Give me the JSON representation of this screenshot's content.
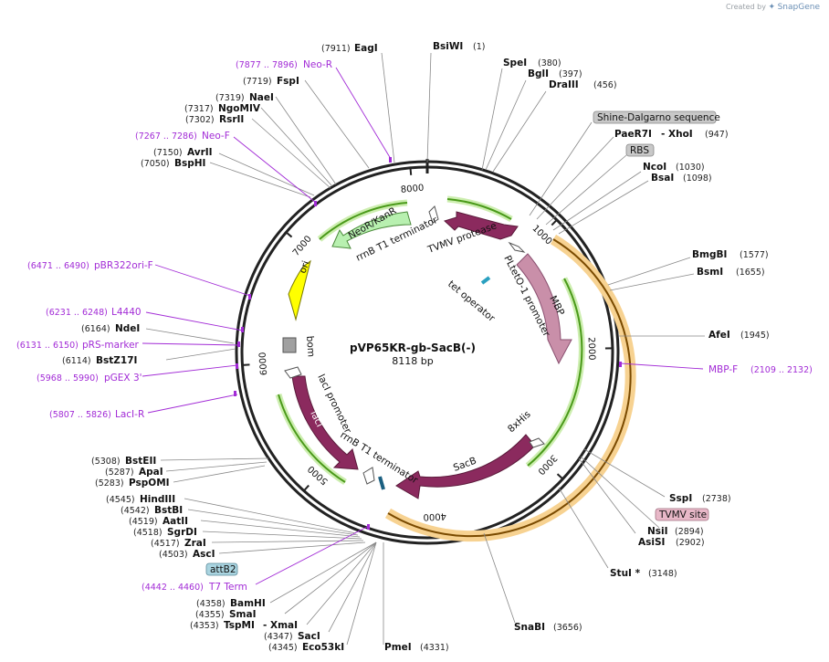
{
  "credit": {
    "text": "Created by",
    "brand": "SnapGene"
  },
  "plasmid": {
    "name": "pVP65KR-gb-SacB(-)",
    "size": "8118 bp",
    "length": 8118
  },
  "ticks": [
    "1000",
    "2000",
    "3000",
    "4000",
    "5000",
    "6000",
    "7000",
    "8000"
  ],
  "colors": {
    "primer": "#a22bd6",
    "backbone": "#222222",
    "feature_purple": "#8b2a5e",
    "feature_pink": "#c98fa9",
    "feature_green": "#b8f0b0",
    "feature_yellow": "#ffff00",
    "orange_glow": "#f2b045",
    "green_glow": "#7cc850",
    "gray_label": "#c8c8c8",
    "blue_label": "#a9d4e0"
  },
  "sites": [
    {
      "name": "EagI",
      "pos": "(7911)"
    },
    {
      "name": "BsiWI",
      "pos": "(1)"
    },
    {
      "name": "SpeI",
      "pos": "(380)"
    },
    {
      "name": "BglI",
      "pos": "(397)"
    },
    {
      "name": "DraIII",
      "pos": "(456)"
    },
    {
      "name": "PaeR7I",
      "pos": "",
      "suffix": "- XhoI",
      "suffix_pos": "(947)"
    },
    {
      "name": "NcoI",
      "pos": "(1030)"
    },
    {
      "name": "BsaI",
      "pos": "(1098)"
    },
    {
      "name": "BmgBI",
      "pos": "(1577)"
    },
    {
      "name": "BsmI",
      "pos": "(1655)"
    },
    {
      "name": "AfeI",
      "pos": "(1945)"
    },
    {
      "name": "SspI",
      "pos": "(2738)"
    },
    {
      "name": "NsiI",
      "pos": "(2894)"
    },
    {
      "name": "AsiSI",
      "pos": "(2902)"
    },
    {
      "name": "StuI *",
      "pos": "(3148)"
    },
    {
      "name": "SnaBI",
      "pos": "(3656)"
    },
    {
      "name": "PmeI",
      "pos": "(4331)"
    },
    {
      "name": "Eco53kI",
      "pos": "(4345)"
    },
    {
      "name": "SacI",
      "pos": "(4347)"
    },
    {
      "name": "TspMI",
      "pos": "(4353)",
      "suffix": "- XmaI"
    },
    {
      "name": "SmaI",
      "pos": "(4355)"
    },
    {
      "name": "BamHI",
      "pos": "(4358)"
    },
    {
      "name": "AscI",
      "pos": "(4503)"
    },
    {
      "name": "ZraI",
      "pos": "(4517)"
    },
    {
      "name": "SgrDI",
      "pos": "(4518)"
    },
    {
      "name": "AatII",
      "pos": "(4519)"
    },
    {
      "name": "BstBI",
      "pos": "(4542)"
    },
    {
      "name": "HindIII",
      "pos": "(4545)"
    },
    {
      "name": "PspOMI",
      "pos": "(5283)"
    },
    {
      "name": "ApaI",
      "pos": "(5287)"
    },
    {
      "name": "BstEII",
      "pos": "(5308)"
    },
    {
      "name": "BstZ17I",
      "pos": "(6114)"
    },
    {
      "name": "NdeI",
      "pos": "(6164)"
    },
    {
      "name": "BspHI",
      "pos": "(7050)"
    },
    {
      "name": "AvrII",
      "pos": "(7150)"
    },
    {
      "name": "RsrII",
      "pos": "(7302)"
    },
    {
      "name": "NgoMIV",
      "pos": "(7317)"
    },
    {
      "name": "NaeI",
      "pos": "(7319)"
    },
    {
      "name": "FspI",
      "pos": "(7719)"
    }
  ],
  "primers": [
    {
      "name": "Neo-R",
      "pos": "(7877 .. 7896)"
    },
    {
      "name": "Neo-F",
      "pos": "(7267 .. 7286)"
    },
    {
      "name": "pBR322ori-F",
      "pos": "(6471 .. 6490)"
    },
    {
      "name": "L4440",
      "pos": "(6231 .. 6248)"
    },
    {
      "name": "pRS-marker",
      "pos": "(6131 .. 6150)"
    },
    {
      "name": "pGEX 3'",
      "pos": "(5968 .. 5990)"
    },
    {
      "name": "LacI-R",
      "pos": "(5807 .. 5826)"
    },
    {
      "name": "T7 Term",
      "pos": "(4442 .. 4460)"
    },
    {
      "name": "MBP-F",
      "pos": "(2109 .. 2132)"
    }
  ],
  "boxed_labels": [
    {
      "name": "Shine-Dalgarno sequence"
    },
    {
      "name": "RBS"
    },
    {
      "name": "TVMV site"
    },
    {
      "name": "attB2"
    }
  ],
  "features": [
    {
      "name": "TVMV protease"
    },
    {
      "name": "PLtetO-1 promoter"
    },
    {
      "name": "MBP"
    },
    {
      "name": "tet operator"
    },
    {
      "name": "8xHis"
    },
    {
      "name": "SacB"
    },
    {
      "name": "rrnB T1 terminator"
    },
    {
      "name": "lacI"
    },
    {
      "name": "lacI promoter"
    },
    {
      "name": "bom"
    },
    {
      "name": "ori"
    },
    {
      "name": "NeoR/KanR"
    },
    {
      "name": "rrnB T1 terminator"
    }
  ]
}
